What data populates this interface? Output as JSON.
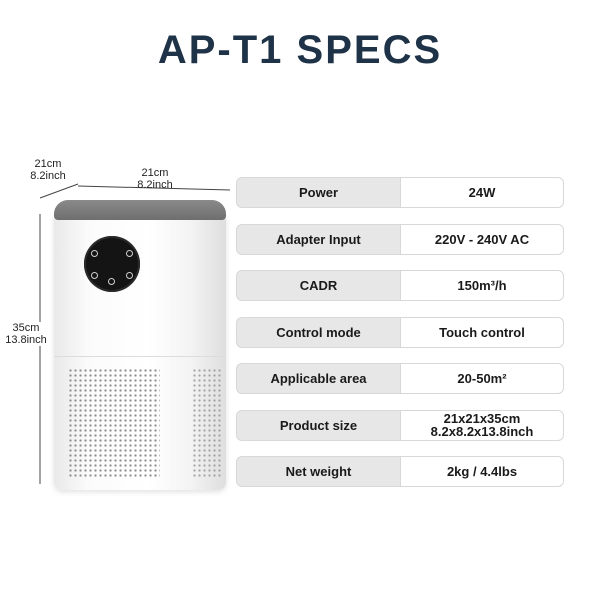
{
  "title": "AP-T1 SPECS",
  "dimensions": {
    "depth": {
      "metric": "21cm",
      "imperial": "8.2inch"
    },
    "width": {
      "metric": "21cm",
      "imperial": "8.2inch"
    },
    "height": {
      "metric": "35cm",
      "imperial": "13.8inch"
    }
  },
  "specs": [
    {
      "label": "Power",
      "value": [
        "24W"
      ]
    },
    {
      "label": "Adapter Input",
      "value": [
        "220V - 240V AC"
      ]
    },
    {
      "label": "CADR",
      "value": [
        "150m³/h"
      ]
    },
    {
      "label": "Control mode",
      "value": [
        "Touch control"
      ]
    },
    {
      "label": "Applicable area",
      "value": [
        "20-50m²"
      ]
    },
    {
      "label": "Product size",
      "value": [
        "21x21x35cm",
        "8.2x8.2x13.8inch"
      ]
    },
    {
      "label": "Net weight",
      "value": [
        "2kg / 4.4lbs"
      ]
    }
  ],
  "colors": {
    "title": "#1f3348",
    "label_bg": "#e7e7e7",
    "display_text": "#3ee43e"
  }
}
